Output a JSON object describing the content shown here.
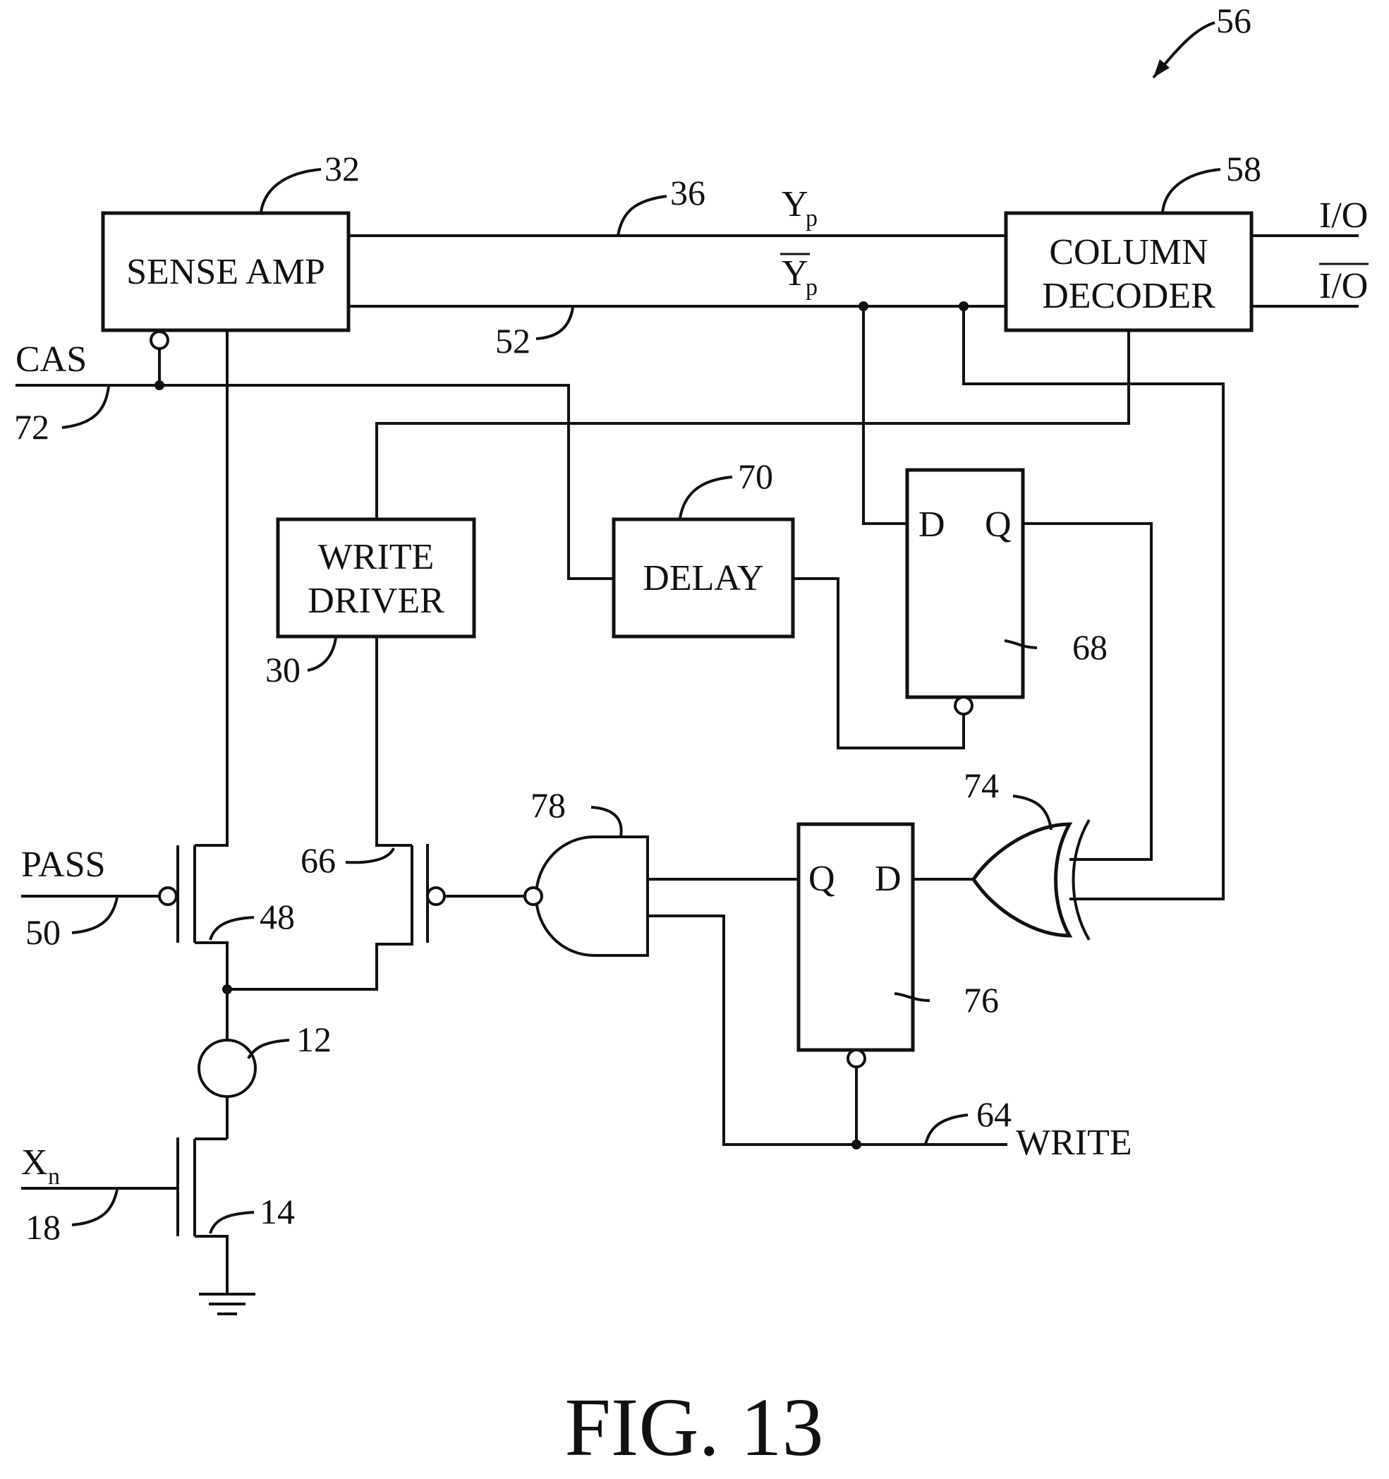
{
  "figure": {
    "caption": "FIG. 13",
    "ref_overall": "56",
    "blocks": {
      "sense_amp": {
        "label": "SENSE AMP",
        "ref": "32"
      },
      "column_decoder": {
        "line1": "COLUMN",
        "line2": "DECODER",
        "ref": "58"
      },
      "write_driver": {
        "line1": "WRITE",
        "line2": "DRIVER",
        "ref": "30"
      },
      "delay": {
        "label": "DELAY",
        "ref": "70"
      },
      "flip_flop_68": {
        "d": "D",
        "q": "Q",
        "ref": "68"
      },
      "flip_flop_76": {
        "q": "Q",
        "d": "D",
        "ref": "76"
      },
      "xor_gate": {
        "ref": "74"
      },
      "nand_gate": {
        "ref": "78"
      }
    },
    "signals": {
      "yp": {
        "main": "Y",
        "sub": "p",
        "ref": "36"
      },
      "yp_bar": {
        "main": "Y",
        "sub": "p",
        "ref": "52"
      },
      "io": "I/O",
      "io_bar": "I/O",
      "cas": {
        "label": "CAS",
        "ref": "72"
      },
      "pass": {
        "label": "PASS",
        "ref": "50"
      },
      "xn": {
        "main": "X",
        "sub": "n",
        "ref": "18"
      },
      "write": {
        "label": "WRITE",
        "ref": "64"
      }
    },
    "components": {
      "transistor_48": "48",
      "transistor_66": "66",
      "cell_12": "12",
      "transistor_14": "14"
    }
  }
}
